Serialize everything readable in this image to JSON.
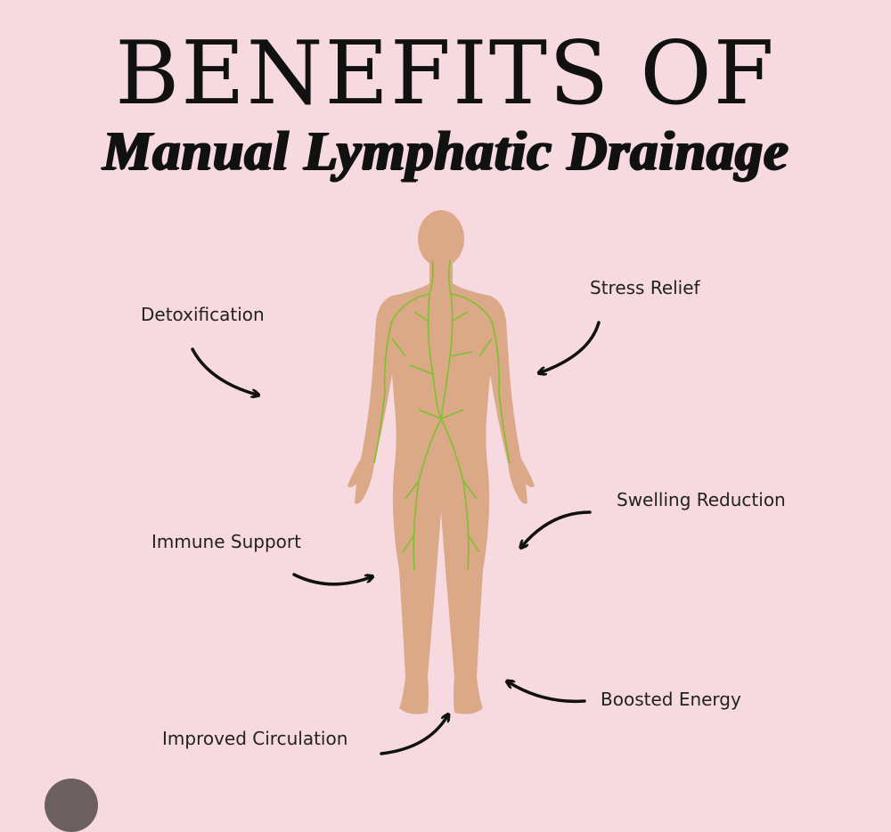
{
  "title": "BENEFITS OF",
  "subtitle": "Manual Lymphatic Drainage",
  "benefits": {
    "detoxification": "Detoxification",
    "stress_relief": "Stress Relief",
    "swelling_reduction": "Swelling Reduction",
    "immune_support": "Immune Support",
    "boosted_energy": "Boosted Energy",
    "improved_circulation": "Improved Circulation"
  },
  "colors": {
    "background": "#f6dadf",
    "skin": "#dba888",
    "lymph": "#7cc22c",
    "text": "#111111"
  }
}
